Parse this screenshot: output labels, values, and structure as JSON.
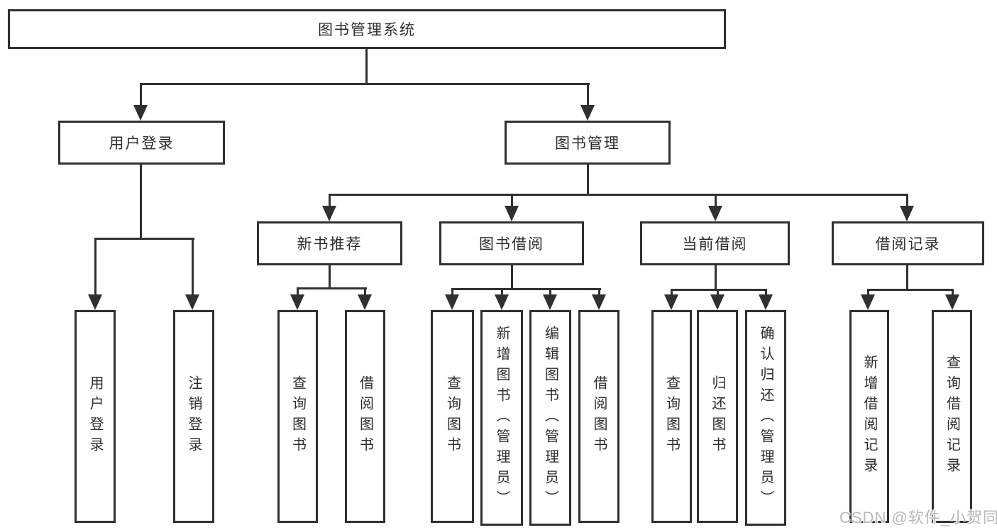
{
  "diagram": {
    "root": {
      "label": "图书管理系统"
    },
    "branches": [
      {
        "label": "用户登录",
        "children": [
          "用户登录",
          "注销登录"
        ]
      },
      {
        "label": "图书管理",
        "groups": [
          {
            "label": "新书推荐",
            "children": [
              "查询图书",
              "借阅图书"
            ]
          },
          {
            "label": "图书借阅",
            "children": [
              "查询图书",
              "新增图书（管理员）",
              "编辑图书（管理员）",
              "借阅图书"
            ]
          },
          {
            "label": "当前借阅",
            "children": [
              "查询图书",
              "归还图书",
              "确认归还（管理员）"
            ]
          },
          {
            "label": "借阅记录",
            "children": [
              "新增借阅记录",
              "查询借阅记录"
            ]
          }
        ]
      }
    ]
  },
  "colors": {
    "line": "#303030",
    "text": "#2d2d2d",
    "background": "#ffffff",
    "watermark": "#b9b9b9"
  },
  "watermark": "CSDN @软件_小贺同学"
}
